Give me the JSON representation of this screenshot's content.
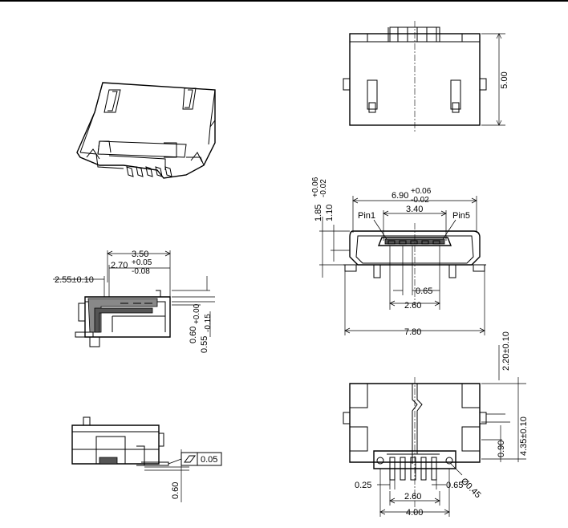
{
  "dimensions": {
    "top_height": "5.00",
    "width_total": "6.90",
    "width_tol_plus": "+0.06",
    "width_tol_minus": "-0.02",
    "height_1_85": "1.85",
    "height_1_85_tol_plus": "+0.06",
    "height_1_85_tol_minus": "-0.02",
    "height_1_10": "1.10",
    "pin1_label": "Pin1",
    "pin5_label": "Pin5",
    "pin_span": "3.40",
    "pin_pitch": "0.65",
    "pin_outer": "2.60",
    "body_width": "7.80",
    "side_3_50": "3.50",
    "side_2_70": "2.70",
    "side_2_70_plus": "+0.05",
    "side_2_70_minus": "-0.08",
    "side_2_55": "2.55±0.10",
    "side_0_60": "0.60",
    "side_0_60_plus": "+0.00",
    "side_0_55": "0.55",
    "side_0_55_minus": "-0.15",
    "flatness": "0.05",
    "bottom_0_60": "0.60",
    "bot_2_20": "2.20±0.10",
    "bot_4_35": "4.35±0.10",
    "bot_0_90": "0.90",
    "bot_0_25": "0.25",
    "bot_0_65": "0.65",
    "bot_phi": "Ø0.45",
    "bot_2_60": "2.60",
    "bot_4_00": "4.00"
  },
  "icons": {
    "flatness_symbol": "flatness-icon"
  }
}
